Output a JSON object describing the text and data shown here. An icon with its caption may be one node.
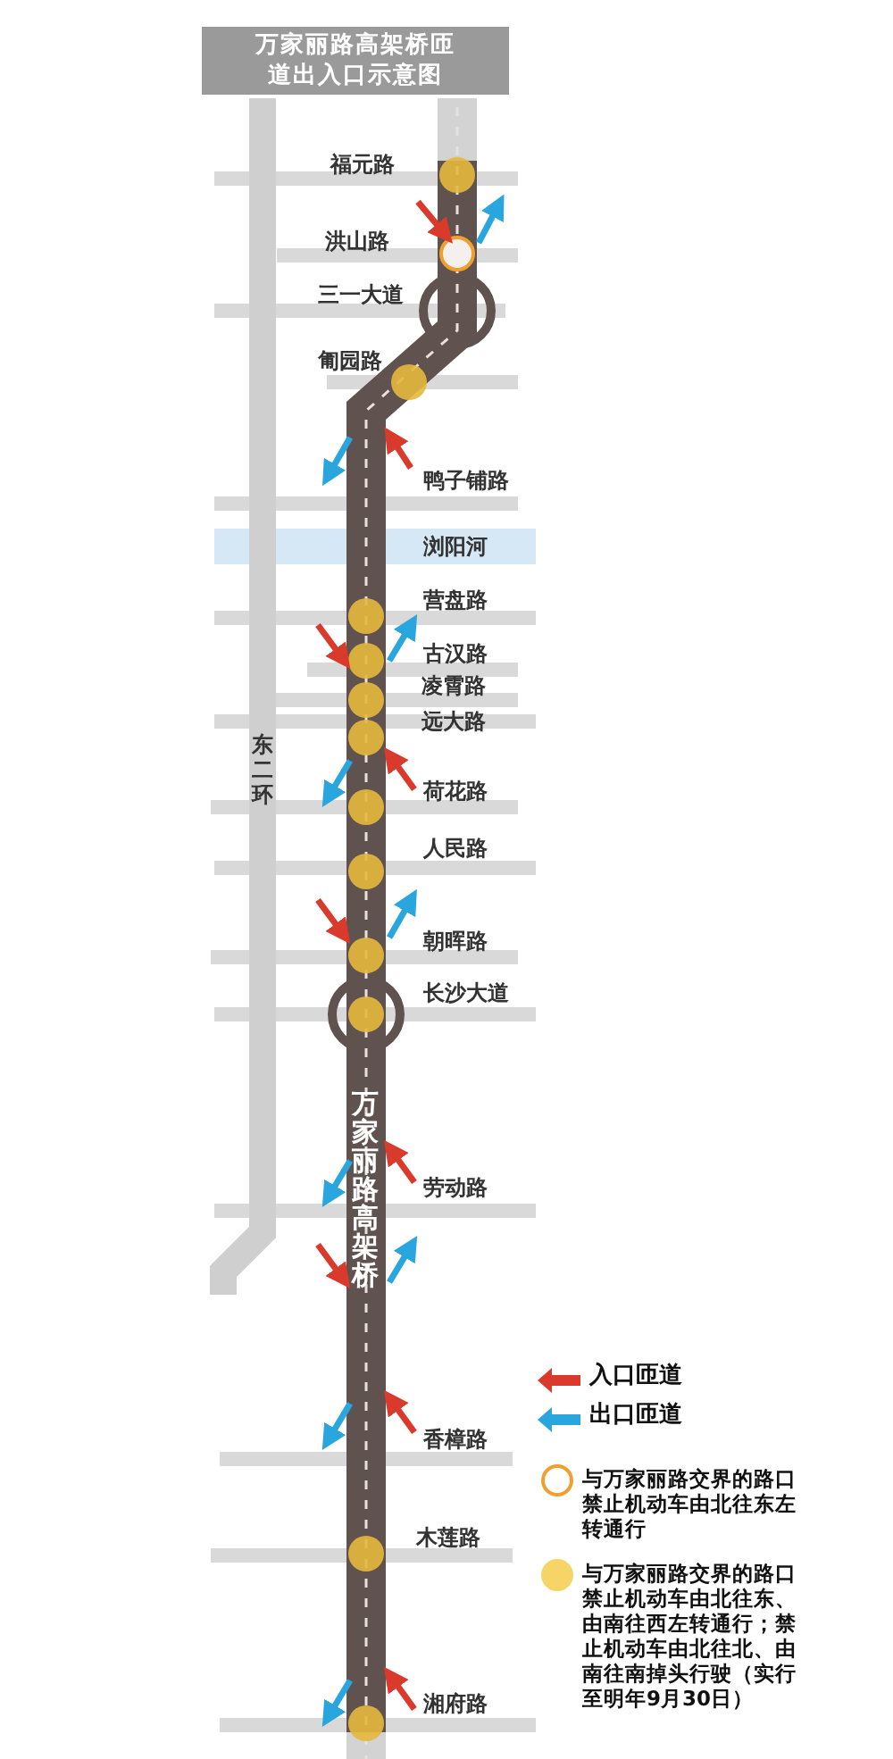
{
  "diagram": {
    "title": "万家丽路高架桥匝道出入口示意图",
    "labels": [
      "福元路",
      "洪山路",
      "三一大道",
      "匍园路",
      "鸭子铺路",
      "浏阳河",
      "营盘路",
      "古汉路",
      "凌霄路",
      "远大路",
      "东二环",
      "荷花路",
      "人民路",
      "朝晖路",
      "长沙大道",
      "万家丽路高架桥",
      "劳动路",
      "香樟路",
      "木莲路",
      "湘府路"
    ],
    "legend": [
      {
        "text": "入口匝道"
      },
      {
        "text": "出口匝道"
      },
      {
        "text": "与万家丽路交界的路口禁止机动车由北往东左转通行"
      },
      {
        "text": "与万家丽路交界的路口禁止机动车由北往东、由南往西左转通行；禁止机动车由北往北、由南往南掉头行驶（实行至明年9月30日）"
      }
    ]
  }
}
